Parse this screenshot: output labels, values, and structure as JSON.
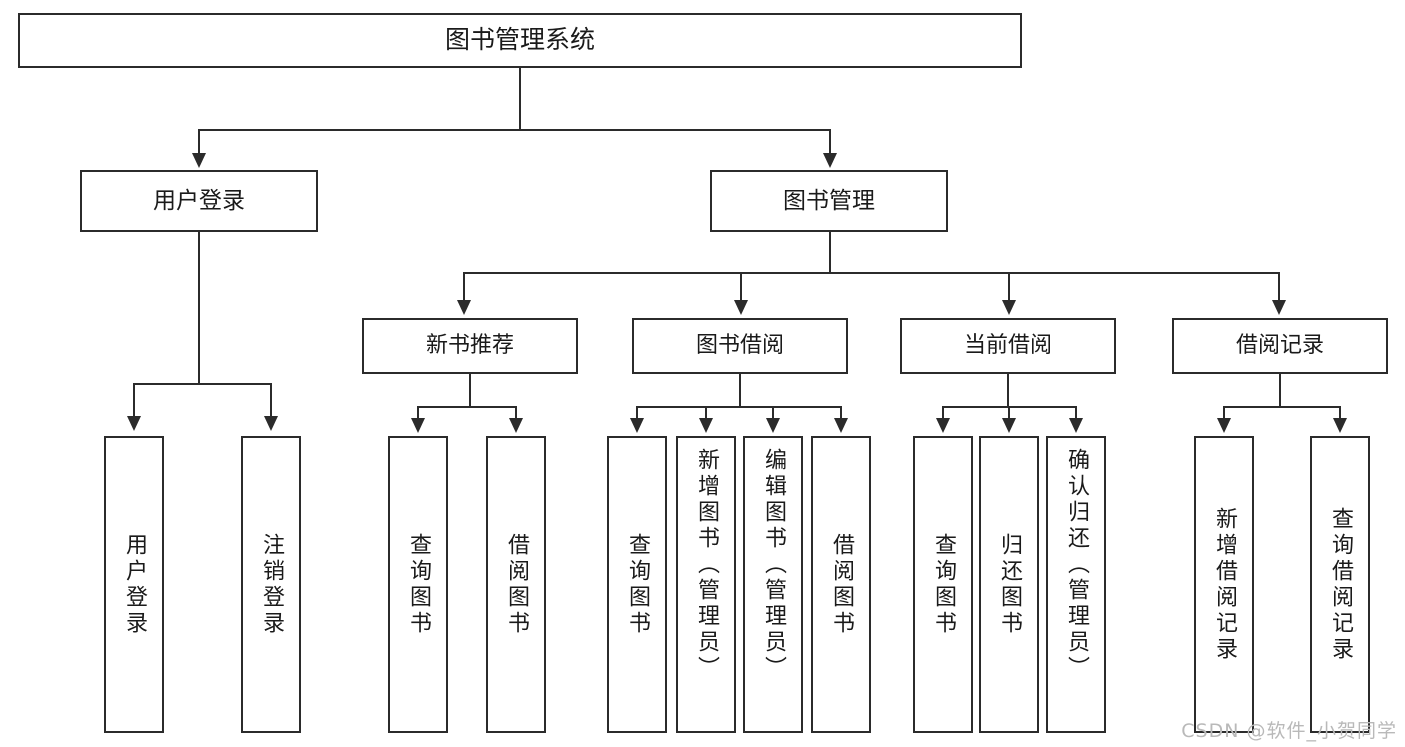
{
  "diagram": {
    "title": "图书管理系统",
    "type": "hierarchy-tree",
    "watermark": "CSDN @软件_小贺同学",
    "colors": {
      "stroke": "#2b2b2b",
      "fill": "#ffffff",
      "text": "#1a1a1a",
      "watermark": "#b9b9b9"
    },
    "root": {
      "label": "图书管理系统"
    },
    "level2": [
      {
        "label": "用户登录"
      },
      {
        "label": "图书管理"
      }
    ],
    "level3": [
      {
        "label": "新书推荐"
      },
      {
        "label": "图书借阅"
      },
      {
        "label": "当前借阅"
      },
      {
        "label": "借阅记录"
      }
    ],
    "leaves": {
      "user_login": [
        {
          "label": "用户登录"
        },
        {
          "label": "注销登录"
        }
      ],
      "new_book_recommend": [
        {
          "label": "查询图书"
        },
        {
          "label": "借阅图书"
        }
      ],
      "book_borrow": [
        {
          "label": "查询图书"
        },
        {
          "label": "新增图书（管理员）"
        },
        {
          "label": "编辑图书（管理员）"
        },
        {
          "label": "借阅图书"
        }
      ],
      "current_borrow": [
        {
          "label": "查询图书"
        },
        {
          "label": "归还图书"
        },
        {
          "label": "确认归还（管理员）"
        }
      ],
      "borrow_record": [
        {
          "label": "新增借阅记录"
        },
        {
          "label": "查询借阅记录"
        }
      ]
    }
  }
}
